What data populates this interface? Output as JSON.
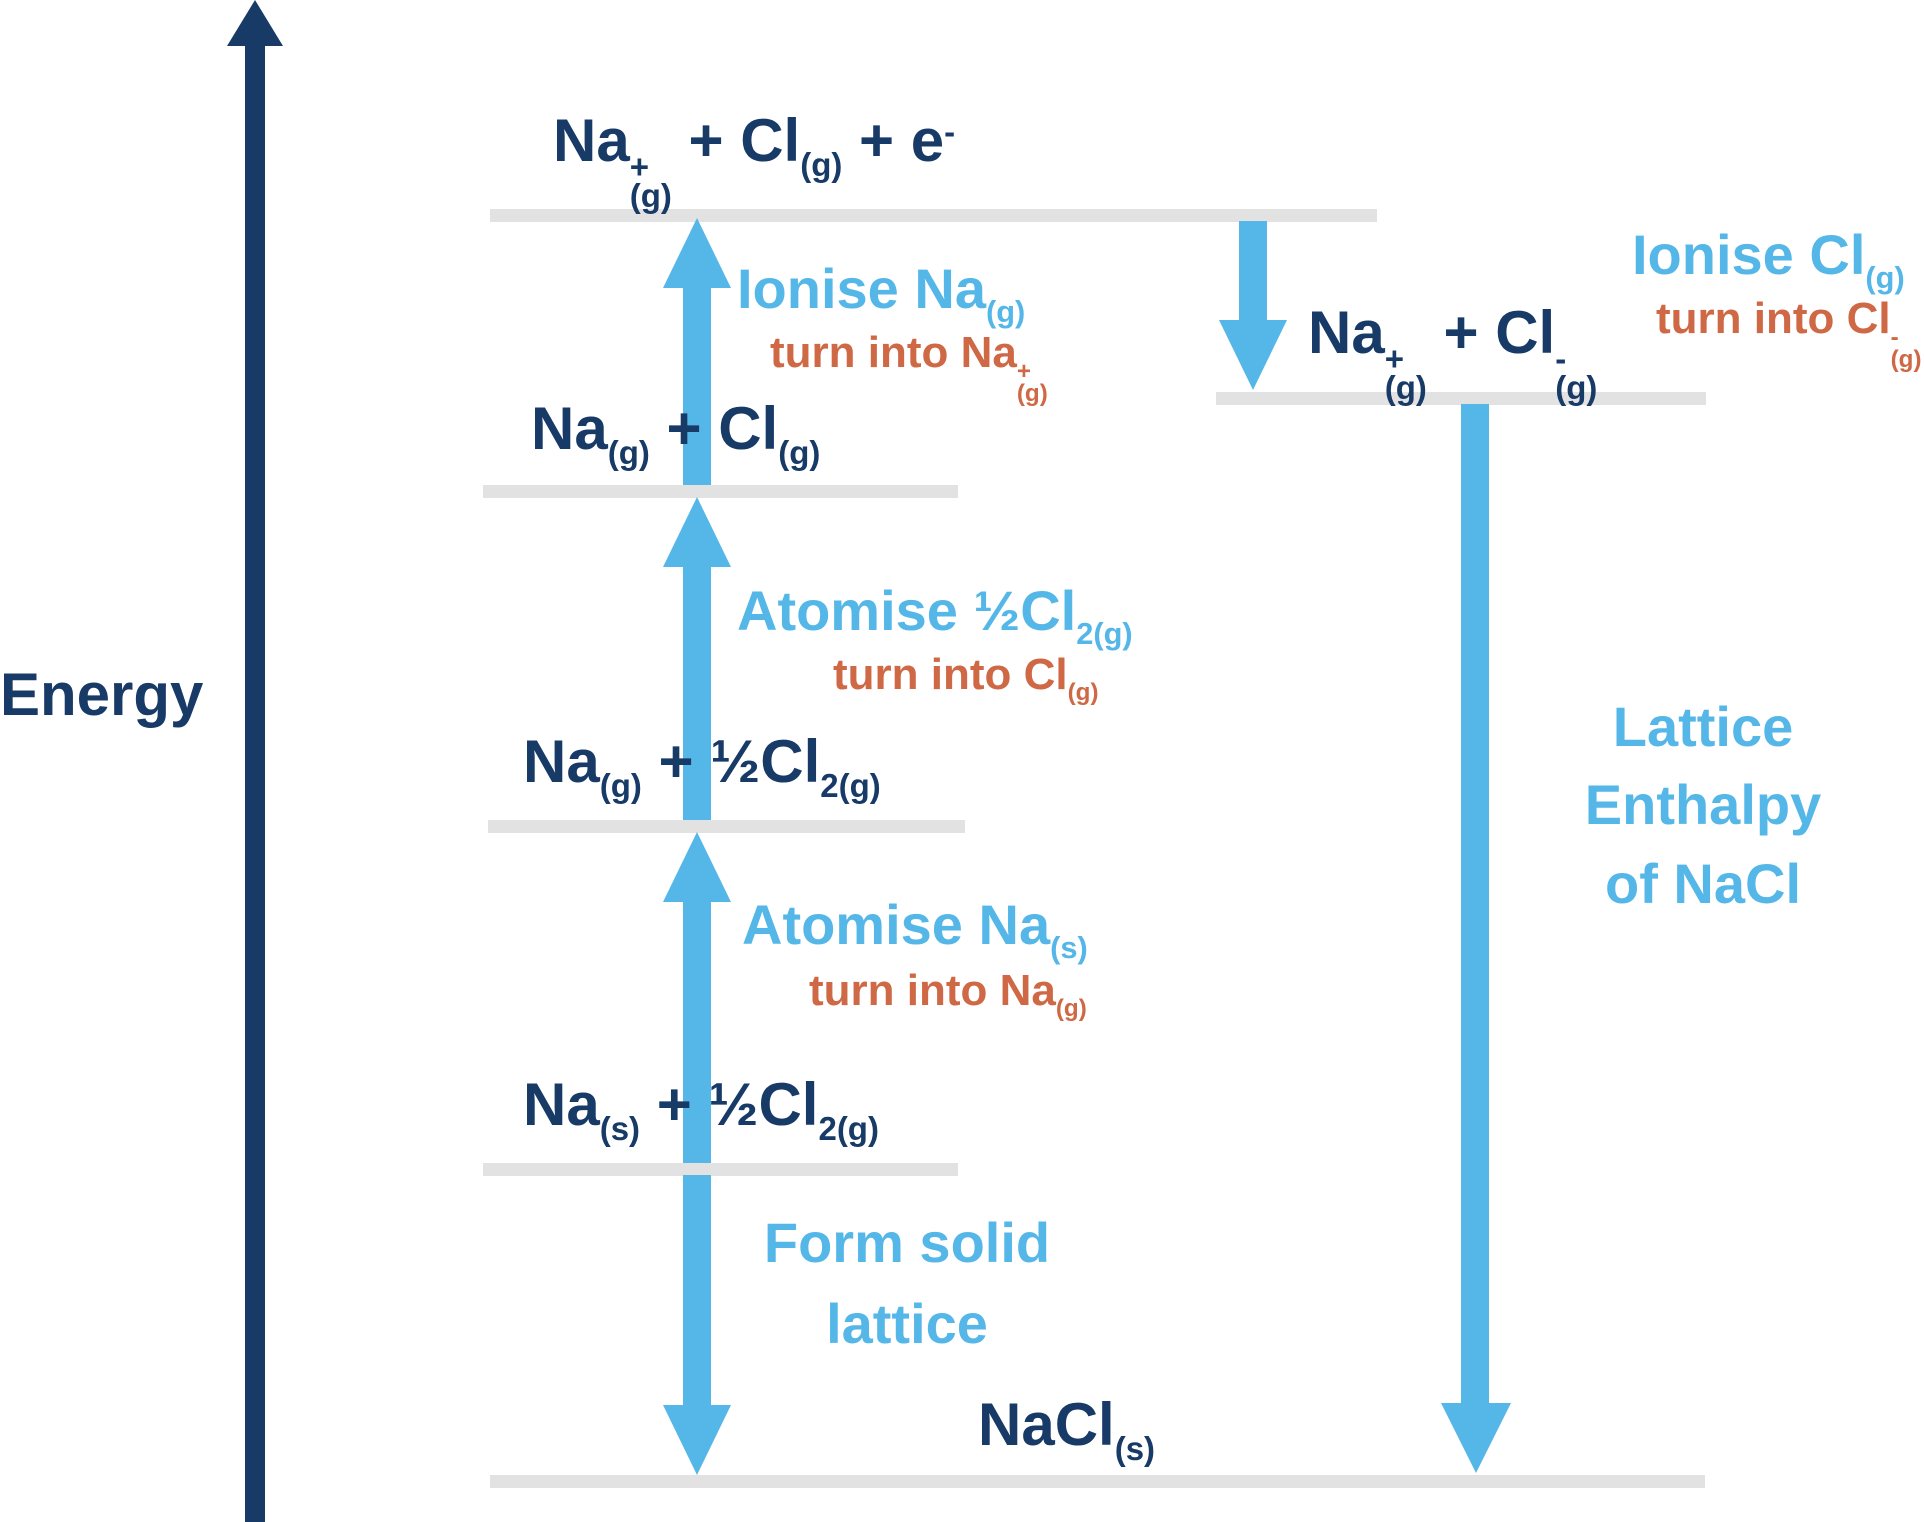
{
  "colors": {
    "navy": "#173a67",
    "light_blue": "#55b7e8",
    "orange": "#cf6845",
    "line_grey": "#e2e2e2",
    "background": "#ffffff"
  },
  "axis": {
    "label": "Energy"
  },
  "levels": {
    "top_ionised": {
      "formula": [
        "Na",
        {
          "sup": "+",
          "sub": "(g)"
        },
        " + Cl",
        {
          "sub": "(g)"
        },
        " + e",
        {
          "sup": "-"
        }
      ]
    },
    "gas_atoms": {
      "formula": [
        "Na",
        {
          "sub": "(g)"
        },
        " + Cl",
        {
          "sub": "(g)"
        }
      ]
    },
    "na_gas": {
      "formula": [
        "Na",
        {
          "sub": "(g)"
        },
        " + ½Cl",
        {
          "sub": "2(g)"
        }
      ]
    },
    "elements": {
      "formula": [
        "Na",
        {
          "sub": "(s)"
        },
        " + ½Cl",
        {
          "sub": "2(g)"
        }
      ]
    },
    "solid_nacl": {
      "formula": [
        "NaCl",
        {
          "sub": "(s)"
        }
      ]
    },
    "gas_ions": {
      "formula": [
        "Na",
        {
          "sup": "+",
          "sub": "(g)"
        },
        " + Cl",
        {
          "sup": "-",
          "sub": "(g)"
        }
      ]
    }
  },
  "steps": {
    "ionise_na": {
      "label": [
        "Ionise Na",
        {
          "sub": "(g)"
        }
      ],
      "note": [
        "turn into Na",
        {
          "sup": "+",
          "sub": "(g)"
        }
      ]
    },
    "atomise_cl": {
      "label": [
        "Atomise ½Cl",
        {
          "sub": "2(g)"
        }
      ],
      "note": [
        "turn into Cl",
        {
          "sub": "(g)"
        }
      ]
    },
    "atomise_na": {
      "label": [
        "Atomise Na",
        {
          "sub": "(s)"
        }
      ],
      "note": [
        "turn into Na",
        {
          "sub": "(g)"
        }
      ]
    },
    "ionise_cl": {
      "label": [
        "Ionise Cl",
        {
          "sub": "(g)"
        }
      ],
      "note": [
        "turn into Cl",
        {
          "sup": "-",
          "sub": "(g)"
        }
      ]
    },
    "form_lattice": {
      "line1": "Form solid",
      "line2": "lattice"
    },
    "lattice_enthalpy": {
      "line1": "Lattice",
      "line2": "Enthalpy",
      "line3": "of NaCl"
    }
  }
}
